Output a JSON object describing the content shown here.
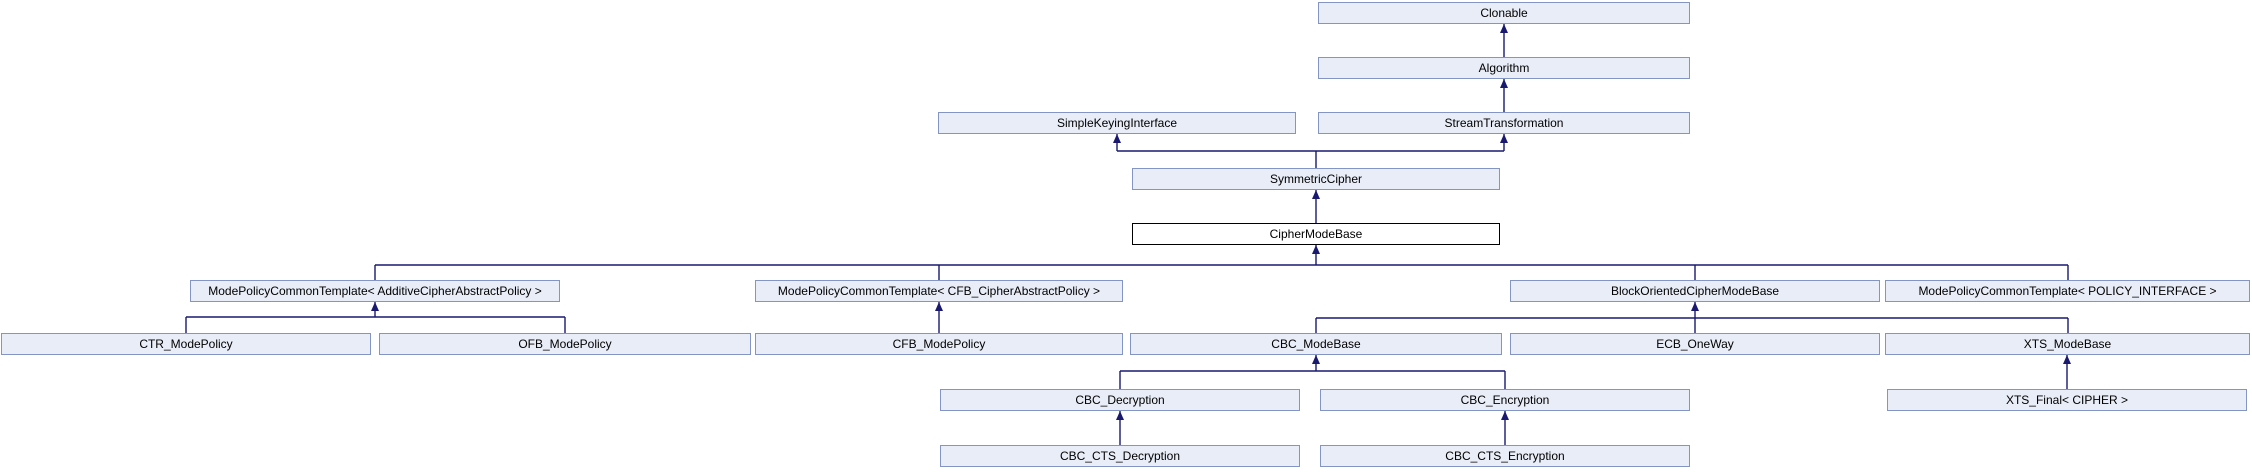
{
  "diagram": {
    "kind": "class-inheritance-graph",
    "highlighted_node": "CipherModeBase",
    "colors": {
      "background": "#FFFFFF",
      "node_fill": "#E8EDF7",
      "node_border": "#8494C4",
      "edge": "#191970",
      "highlight_node_fill": "#FFFFFF",
      "highlight_node_border": "#000000"
    }
  },
  "nodes": {
    "clonable": {
      "label": "Clonable"
    },
    "algorithm": {
      "label": "Algorithm"
    },
    "simpleKeyingInterface": {
      "label": "SimpleKeyingInterface"
    },
    "streamTransformation": {
      "label": "StreamTransformation"
    },
    "symmetricCipher": {
      "label": "SymmetricCipher"
    },
    "cipherModeBase": {
      "label": "CipherModeBase"
    },
    "mpctAdditive": {
      "label": "ModePolicyCommonTemplate< AdditiveCipherAbstractPolicy >"
    },
    "mpctCfb": {
      "label": "ModePolicyCommonTemplate< CFB_CipherAbstractPolicy >"
    },
    "blockOriented": {
      "label": "BlockOrientedCipherModeBase"
    },
    "mpctPolicy": {
      "label": "ModePolicyCommonTemplate< POLICY_INTERFACE >"
    },
    "ctrModePolicy": {
      "label": "CTR_ModePolicy"
    },
    "ofbModePolicy": {
      "label": "OFB_ModePolicy"
    },
    "cfbModePolicy": {
      "label": "CFB_ModePolicy"
    },
    "cbcModeBase": {
      "label": "CBC_ModeBase"
    },
    "ecbOneWay": {
      "label": "ECB_OneWay"
    },
    "xtsModeBase": {
      "label": "XTS_ModeBase"
    },
    "cbcDecryption": {
      "label": "CBC_Decryption"
    },
    "cbcEncryption": {
      "label": "CBC_Encryption"
    },
    "xtsFinal": {
      "label": "XTS_Final< CIPHER >"
    },
    "cbcCtsDecryption": {
      "label": "CBC_CTS_Decryption"
    },
    "cbcCtsEncryption": {
      "label": "CBC_CTS_Encryption"
    }
  },
  "edges": [
    {
      "child": "Algorithm",
      "parent": "Clonable"
    },
    {
      "child": "StreamTransformation",
      "parent": "Algorithm"
    },
    {
      "child": "SymmetricCipher",
      "parent": "SimpleKeyingInterface"
    },
    {
      "child": "SymmetricCipher",
      "parent": "StreamTransformation"
    },
    {
      "child": "CipherModeBase",
      "parent": "SymmetricCipher"
    },
    {
      "child": "ModePolicyCommonTemplate< AdditiveCipherAbstractPolicy >",
      "parent": "CipherModeBase"
    },
    {
      "child": "ModePolicyCommonTemplate< CFB_CipherAbstractPolicy >",
      "parent": "CipherModeBase"
    },
    {
      "child": "BlockOrientedCipherModeBase",
      "parent": "CipherModeBase"
    },
    {
      "child": "ModePolicyCommonTemplate< POLICY_INTERFACE >",
      "parent": "CipherModeBase"
    },
    {
      "child": "CTR_ModePolicy",
      "parent": "ModePolicyCommonTemplate< AdditiveCipherAbstractPolicy >"
    },
    {
      "child": "OFB_ModePolicy",
      "parent": "ModePolicyCommonTemplate< AdditiveCipherAbstractPolicy >"
    },
    {
      "child": "CFB_ModePolicy",
      "parent": "ModePolicyCommonTemplate< CFB_CipherAbstractPolicy >"
    },
    {
      "child": "CBC_ModeBase",
      "parent": "BlockOrientedCipherModeBase"
    },
    {
      "child": "ECB_OneWay",
      "parent": "BlockOrientedCipherModeBase"
    },
    {
      "child": "XTS_ModeBase",
      "parent": "BlockOrientedCipherModeBase"
    },
    {
      "child": "XTS_ModeBase",
      "parent": "ModePolicyCommonTemplate< POLICY_INTERFACE >"
    },
    {
      "child": "CBC_Decryption",
      "parent": "CBC_ModeBase"
    },
    {
      "child": "CBC_Encryption",
      "parent": "CBC_ModeBase"
    },
    {
      "child": "XTS_Final< CIPHER >",
      "parent": "XTS_ModeBase"
    },
    {
      "child": "CBC_CTS_Decryption",
      "parent": "CBC_Decryption"
    },
    {
      "child": "CBC_CTS_Encryption",
      "parent": "CBC_Encryption"
    }
  ]
}
